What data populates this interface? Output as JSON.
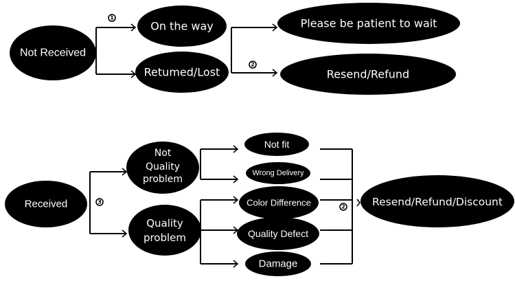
{
  "diagram": {
    "top_flow": {
      "root": "Not Received",
      "branch_1": "On the way",
      "branch_2": "Retumed/Lost",
      "outcome_1": "Please be patient to wait",
      "outcome_2": "Resend/Refund",
      "marker_1": "1",
      "marker_2": "2"
    },
    "bottom_flow": {
      "root": "Received",
      "category_1": [
        "Not",
        "Quality",
        "problem"
      ],
      "category_2": [
        "Quality",
        "problem"
      ],
      "issues": [
        "Not fit",
        "Wrong Delivery",
        "Color Difference",
        "Quality Defect",
        "Damage"
      ],
      "outcome": "Resend/Refund/Discount",
      "marker_3": "3",
      "marker_2": "2"
    }
  }
}
